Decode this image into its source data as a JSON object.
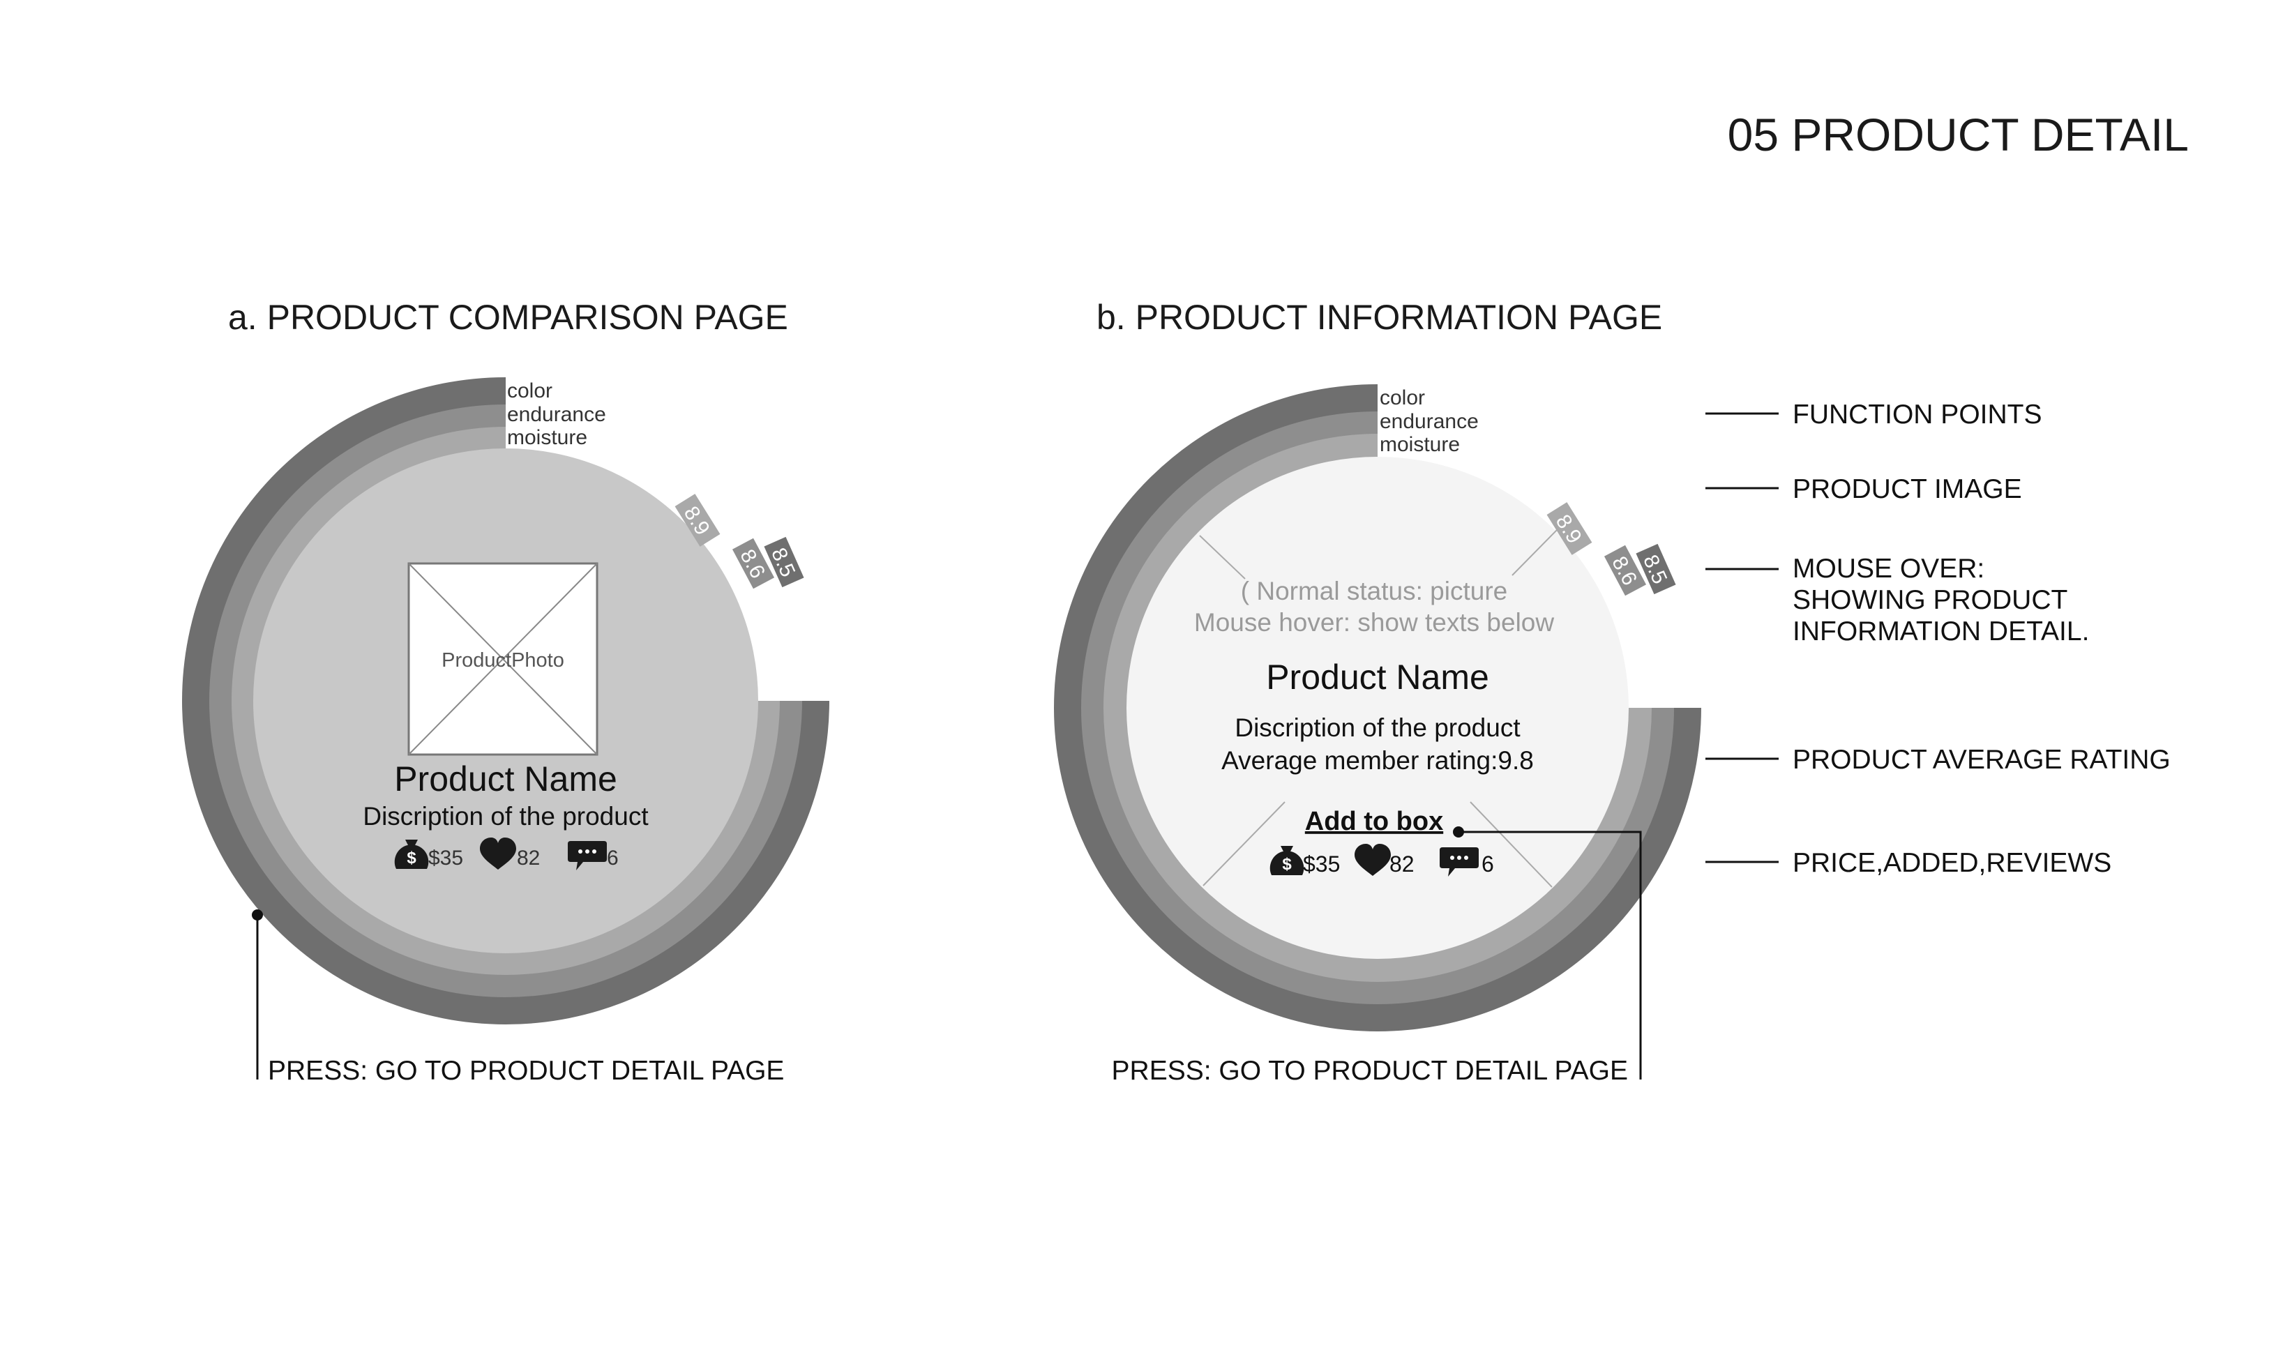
{
  "page_title": "05 PRODUCT DETAIL",
  "section_a": {
    "title": "a. PRODUCT COMPARISON PAGE",
    "function_labels": [
      "color",
      "endurance",
      "moisture"
    ],
    "scores": [
      "8.9",
      "8.6",
      "8.5"
    ],
    "photo_label": "ProductPhoto",
    "product_name": "Product Name",
    "description": "Discription of the product",
    "price": "$35",
    "likes": "82",
    "reviews": "6",
    "press_note": "PRESS: GO TO PRODUCT DETAIL PAGE"
  },
  "section_b": {
    "title": "b. PRODUCT INFORMATION PAGE",
    "function_labels": [
      "color",
      "endurance",
      "moisture"
    ],
    "scores": [
      "8.9",
      "8.6",
      "8.5"
    ],
    "status_note_line1": "( Normal status: picture",
    "status_note_line2": "Mouse hover: show texts below",
    "product_name": "Product Name",
    "description": "Discription of the product",
    "rating_text": "Average member rating:9.8",
    "add_to_box": "Add to box",
    "price": "$35",
    "likes": "82",
    "reviews": "6",
    "press_note": "PRESS: GO TO PRODUCT DETAIL PAGE"
  },
  "annotations": {
    "function_points": "FUNCTION POINTS",
    "product_image": "PRODUCT IMAGE",
    "mouse_over_1": "MOUSE OVER:",
    "mouse_over_2": "SHOWING PRODUCT",
    "mouse_over_3": "INFORMATION DETAIL.",
    "average_rating": "PRODUCT AVERAGE RATING",
    "price_added_reviews": "PRICE,ADDED,REVIEWS"
  },
  "colors": {
    "ring_outer": "#6f6f6f",
    "ring_middle": "#8e8e8e",
    "ring_inner": "#a9a9a9",
    "disc_a": "#c8c8c8",
    "disc_b": "#f4f4f4",
    "icon": "#1a1a1a",
    "note_grey": "#9a9a9a"
  },
  "icons": [
    "money-bag-icon",
    "heart-icon",
    "comment-icon"
  ]
}
